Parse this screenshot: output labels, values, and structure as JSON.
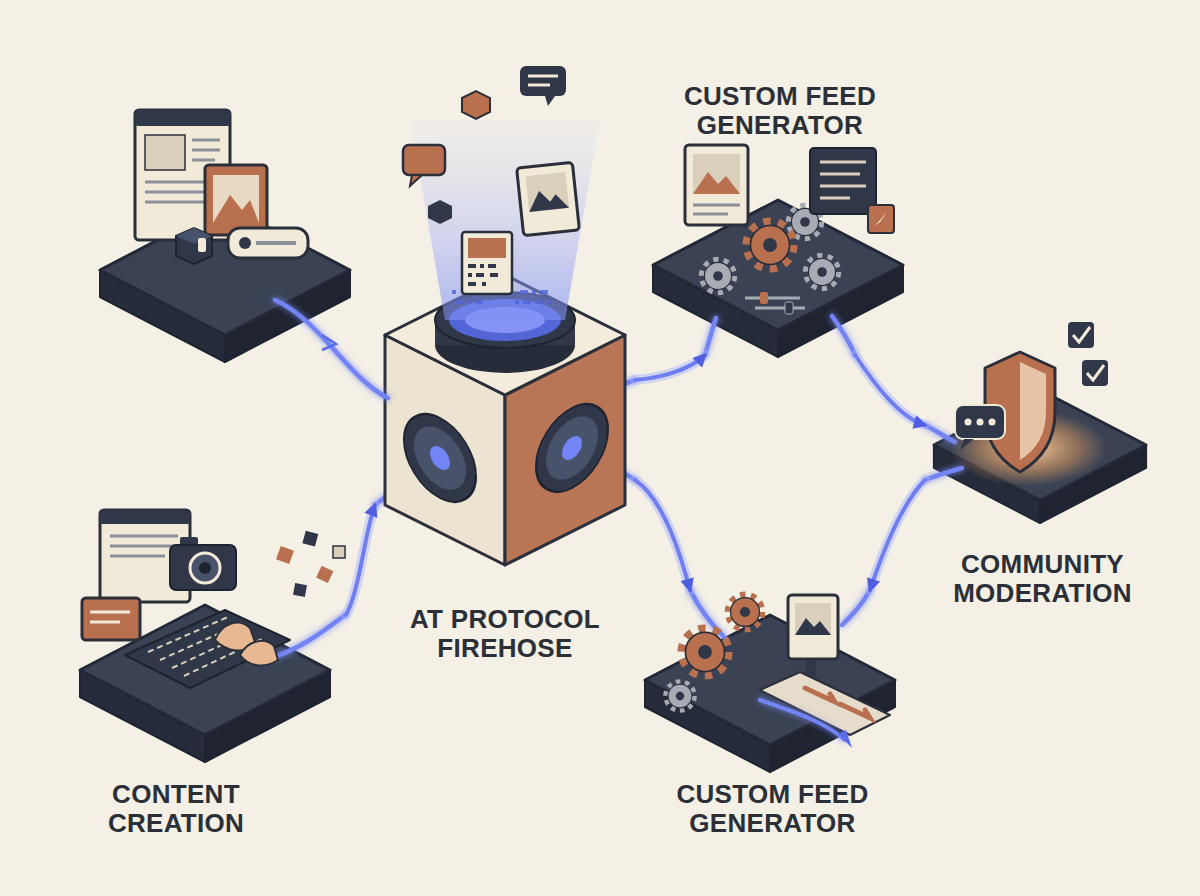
{
  "diagram": {
    "nodes": [
      {
        "text": [
          "CONTENT CREATION"
        ]
      },
      {
        "text": [
          "AT PROTOCOL FIREHOSE"
        ]
      },
      {
        "text": [
          "CUSTOM FEED GENERATOR"
        ]
      },
      {
        "text": [
          "COMMUNITY MODERATION"
        ]
      },
      {
        "text": [
          "CUSTOM FEED GENERATOR"
        ]
      }
    ],
    "edges": [
      {
        "from": 0,
        "to": 1,
        "arrow": "to"
      },
      {
        "from": 1,
        "to": 2,
        "arrow": "to"
      },
      {
        "from": 1,
        "to": 4,
        "arrow": "to"
      },
      {
        "from": 2,
        "to": 3,
        "arrow": "to"
      },
      {
        "from": 3,
        "to": 4,
        "arrow": "to"
      }
    ]
  }
}
